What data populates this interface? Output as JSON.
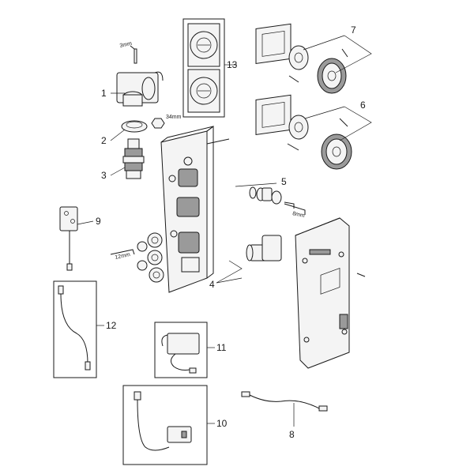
{
  "callouts": [
    {
      "id": "1",
      "text": "1"
    },
    {
      "id": "2",
      "text": "2"
    },
    {
      "id": "3",
      "text": "3"
    },
    {
      "id": "4",
      "text": "4"
    },
    {
      "id": "5",
      "text": "5"
    },
    {
      "id": "6",
      "text": "6"
    },
    {
      "id": "7",
      "text": "7"
    },
    {
      "id": "8",
      "text": "8"
    },
    {
      "id": "9",
      "text": "9"
    },
    {
      "id": "10",
      "text": "10"
    },
    {
      "id": "11",
      "text": "11"
    },
    {
      "id": "12",
      "text": "12"
    },
    {
      "id": "13",
      "text": "13"
    }
  ],
  "dimensions": {
    "hex_3mm": "3mm",
    "socket_34mm": "34mm",
    "hex_8mm": "8mm",
    "hex_12mm": "12mm"
  }
}
